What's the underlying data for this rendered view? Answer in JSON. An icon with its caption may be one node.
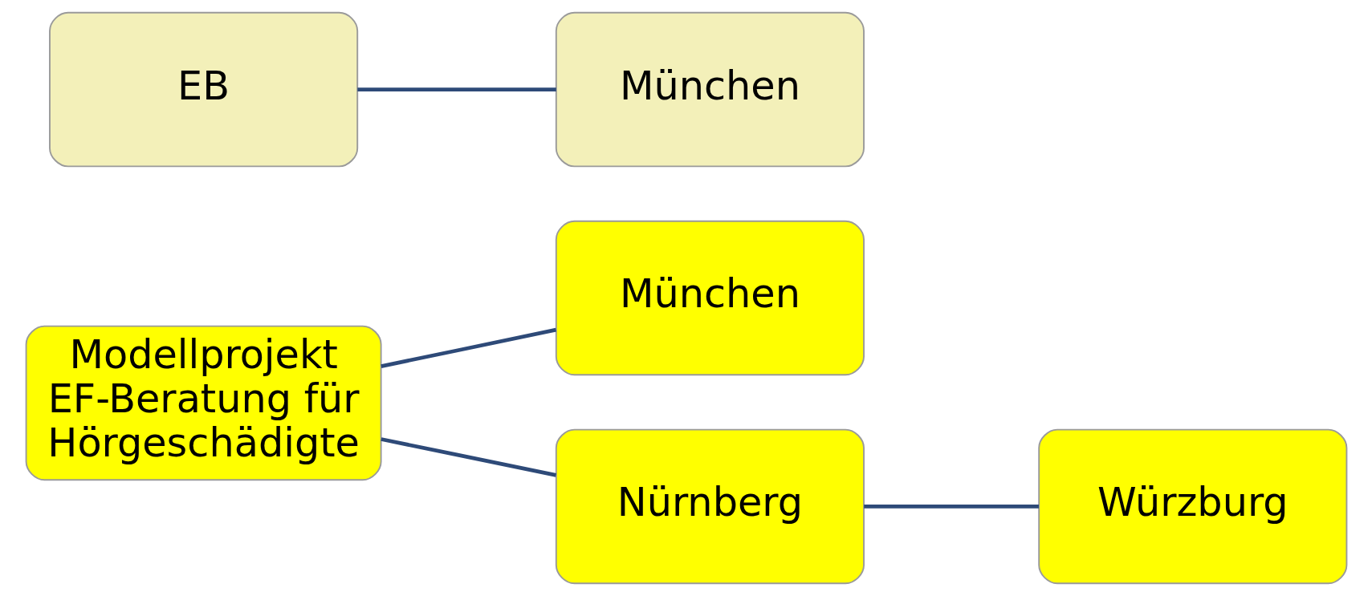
{
  "diagram": {
    "nodes": [
      {
        "text": [
          "Modellprojekt EF-Beratung für Hörgeschädigte"
        ]
      },
      {
        "text": [
          "München"
        ]
      },
      {
        "text": [
          "Nürnberg"
        ]
      },
      {
        "text": [
          "Würzburg"
        ]
      },
      {
        "text": [
          "EB"
        ]
      },
      {
        "text": [
          "München"
        ]
      }
    ],
    "edges": [
      {
        "from": 0,
        "to": 1,
        "arrow": "none"
      },
      {
        "from": 0,
        "to": 2,
        "arrow": "none"
      },
      {
        "from": 2,
        "to": 3,
        "arrow": "none"
      },
      {
        "from": 4,
        "to": 5,
        "arrow": "none"
      }
    ]
  }
}
